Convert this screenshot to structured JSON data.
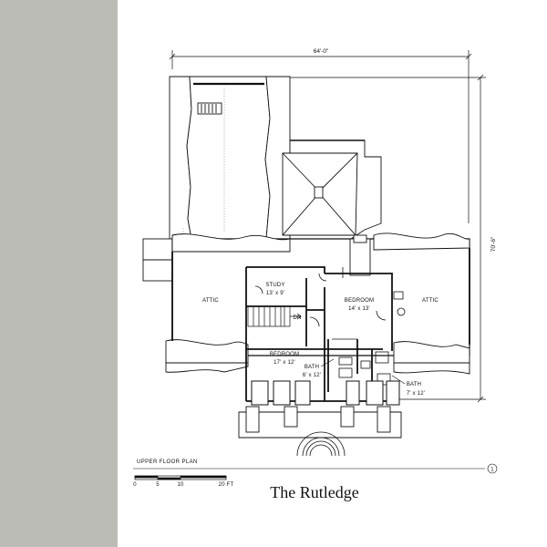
{
  "page": {
    "title": "The Rutledge",
    "plan_caption": "UPPER FLOOR PLAN",
    "sheet_marker": "1",
    "band_color": "#bbbcb6"
  },
  "dimensions": {
    "overall_width": "64'-0\"",
    "overall_depth": "70'-6\""
  },
  "rooms": [
    {
      "name": "ATTIC",
      "size": ""
    },
    {
      "name": "ATTIC",
      "size": ""
    },
    {
      "name": "STUDY",
      "size": "13' x 9'"
    },
    {
      "name": "BEDROOM",
      "size": "14' x 13'"
    },
    {
      "name": "BEDROOM",
      "size": "17' x 12'"
    },
    {
      "name": "BATH",
      "size": "6' x 12'"
    },
    {
      "name": "BATH",
      "size": "7' x 12'"
    }
  ],
  "stair_label": "DN",
  "scale_bar": {
    "ticks": [
      "0",
      "5",
      "10",
      "20 FT"
    ]
  }
}
